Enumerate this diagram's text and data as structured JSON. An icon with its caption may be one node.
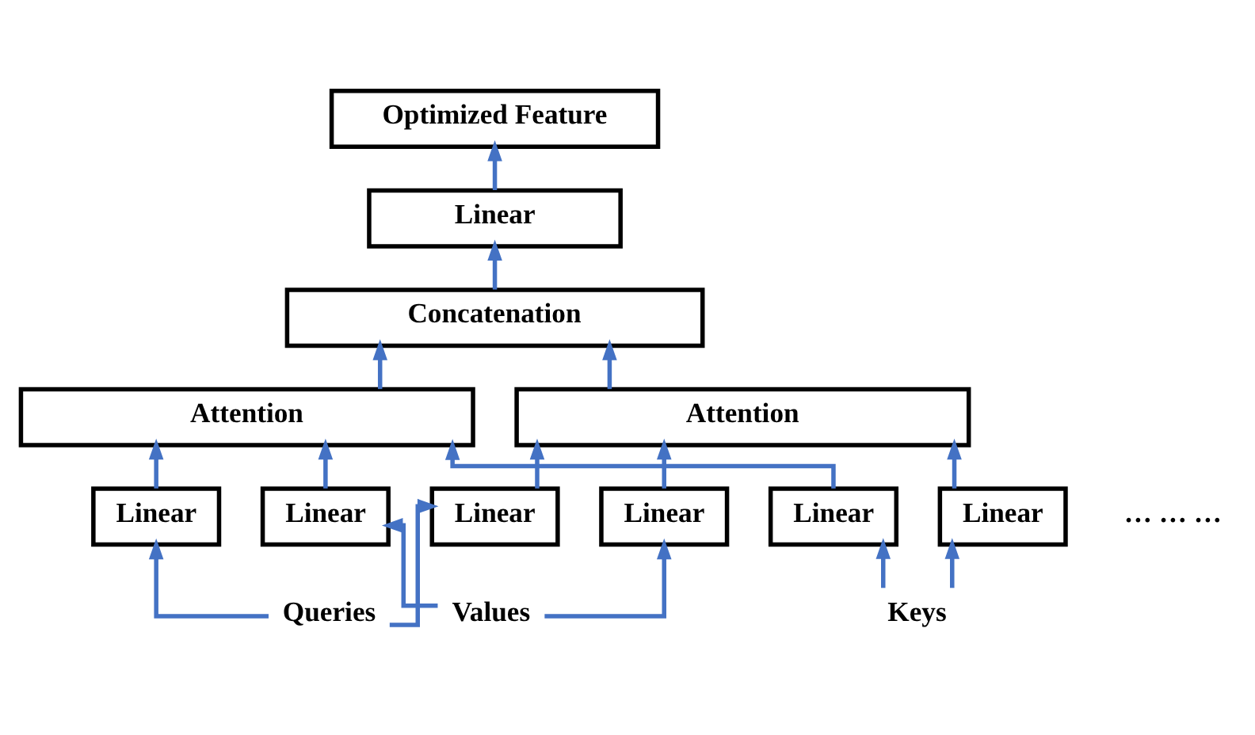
{
  "diagram": {
    "nodes": [
      {
        "text": [
          "Optimized Feature"
        ]
      },
      {
        "text": [
          "Linear"
        ]
      },
      {
        "text": [
          "Concatenation"
        ]
      },
      {
        "text": [
          "Attention"
        ]
      },
      {
        "text": [
          "Attention"
        ]
      },
      {
        "text": [
          "Linear"
        ]
      },
      {
        "text": [
          "Linear"
        ]
      },
      {
        "text": [
          "Linear"
        ]
      },
      {
        "text": [
          "Linear"
        ]
      },
      {
        "text": [
          "Linear"
        ]
      },
      {
        "text": [
          "Linear"
        ]
      },
      {
        "text": [
          "Queries"
        ]
      },
      {
        "text": [
          "Keys"
        ]
      },
      {
        "text": [
          "Values"
        ]
      }
    ],
    "edges": [
      {
        "from": 1,
        "to": 0,
        "arrow": "to"
      },
      {
        "from": 2,
        "to": 1,
        "arrow": "to"
      },
      {
        "from": 3,
        "to": 2,
        "arrow": "to"
      },
      {
        "from": 4,
        "to": 2,
        "arrow": "to"
      },
      {
        "from": 5,
        "to": 3,
        "arrow": "to"
      },
      {
        "from": 6,
        "to": 3,
        "arrow": "to"
      },
      {
        "from": 7,
        "to": 3,
        "arrow": "to"
      },
      {
        "from": 8,
        "to": 4,
        "arrow": "to"
      },
      {
        "from": 9,
        "to": 4,
        "arrow": "to"
      },
      {
        "from": 10,
        "to": 4,
        "arrow": "to"
      },
      {
        "from": 11,
        "to": 5,
        "arrow": "to"
      },
      {
        "from": 11,
        "to": 8,
        "arrow": "to"
      },
      {
        "from": 12,
        "to": 6,
        "arrow": "to"
      },
      {
        "from": 12,
        "to": 9,
        "arrow": "to"
      },
      {
        "from": 13,
        "to": 7,
        "arrow": "to"
      },
      {
        "from": 13,
        "to": 10,
        "arrow": "to"
      }
    ],
    "labels": [
      "… … …"
    ]
  }
}
